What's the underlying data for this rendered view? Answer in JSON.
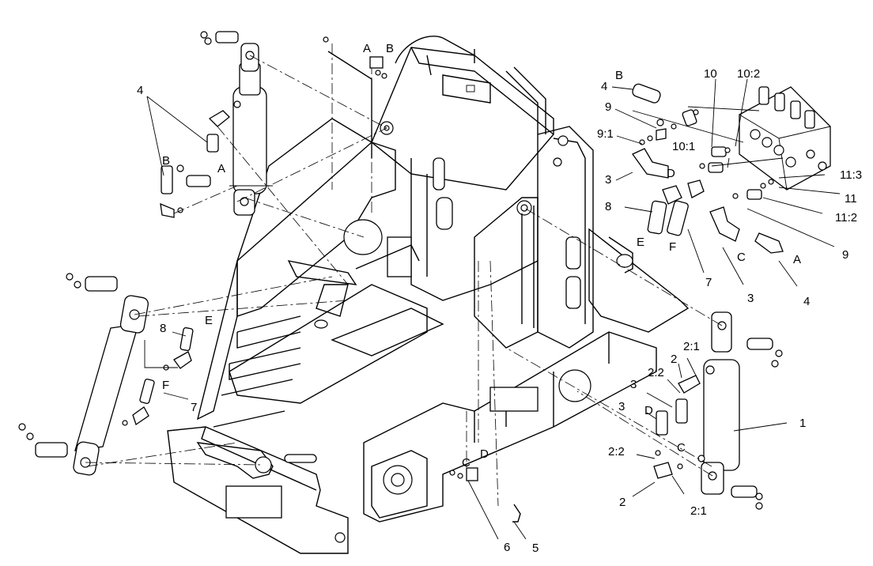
{
  "callouts": [
    {
      "id": "c-4-top",
      "text": "4"
    },
    {
      "id": "c-B-top",
      "text": "B"
    },
    {
      "id": "c-A-top",
      "text": "A"
    },
    {
      "id": "c-A-bkt",
      "text": "A"
    },
    {
      "id": "c-B-bkt",
      "text": "B"
    },
    {
      "id": "c-4-r",
      "text": "4"
    },
    {
      "id": "c-B-r",
      "text": "B"
    },
    {
      "id": "c-10",
      "text": "10"
    },
    {
      "id": "c-10-2",
      "text": "10:2"
    },
    {
      "id": "c-9-r",
      "text": "9"
    },
    {
      "id": "c-9-1",
      "text": "9:1"
    },
    {
      "id": "c-10-1",
      "text": "10:1"
    },
    {
      "id": "c-3-r",
      "text": "3"
    },
    {
      "id": "c-D-r",
      "text": "D"
    },
    {
      "id": "c-11-3",
      "text": "11:3"
    },
    {
      "id": "c-11",
      "text": "11"
    },
    {
      "id": "c-11-2",
      "text": "11:2"
    },
    {
      "id": "c-8-r",
      "text": "8"
    },
    {
      "id": "c-E-r",
      "text": "E"
    },
    {
      "id": "c-F-r",
      "text": "F"
    },
    {
      "id": "c-C-r",
      "text": "C"
    },
    {
      "id": "c-A-r",
      "text": "A"
    },
    {
      "id": "c-9-rr",
      "text": "9"
    },
    {
      "id": "c-7-r",
      "text": "7"
    },
    {
      "id": "c-3-rr",
      "text": "3"
    },
    {
      "id": "c-4-rr",
      "text": "4"
    },
    {
      "id": "c-8-l",
      "text": "8"
    },
    {
      "id": "c-E-l",
      "text": "E"
    },
    {
      "id": "c-F-l",
      "text": "F"
    },
    {
      "id": "c-7-l",
      "text": "7"
    },
    {
      "id": "c-2-1-top",
      "text": "2:1"
    },
    {
      "id": "c-2-top",
      "text": "2"
    },
    {
      "id": "c-2-2-top",
      "text": "2:2"
    },
    {
      "id": "c-3-a",
      "text": "3"
    },
    {
      "id": "c-3-b",
      "text": "3"
    },
    {
      "id": "c-D-b",
      "text": "D"
    },
    {
      "id": "c-C-b",
      "text": "C"
    },
    {
      "id": "c-1",
      "text": "1"
    },
    {
      "id": "c-2-2-bot",
      "text": "2:2"
    },
    {
      "id": "c-2-bot",
      "text": "2"
    },
    {
      "id": "c-2-1-bot",
      "text": "2:1"
    },
    {
      "id": "c-C-bkt",
      "text": "C"
    },
    {
      "id": "c-D-bkt",
      "text": "D"
    },
    {
      "id": "c-6",
      "text": "6"
    },
    {
      "id": "c-5",
      "text": "5"
    }
  ]
}
